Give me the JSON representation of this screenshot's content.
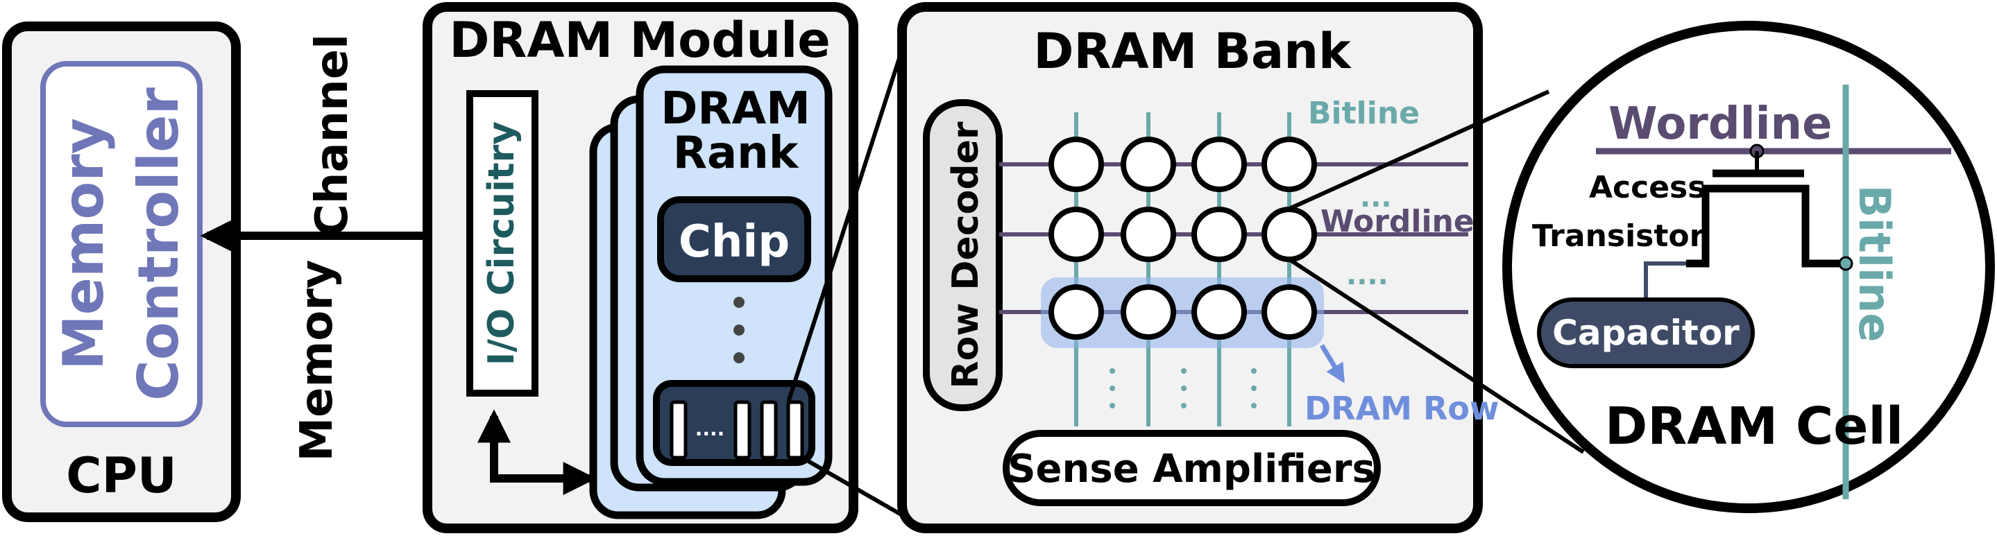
{
  "cpu": {
    "controller_line1": "Memory",
    "controller_line2": "Controller",
    "label": "CPU"
  },
  "channel": {
    "line1": "Memory",
    "line2": "Channel"
  },
  "module": {
    "title": "DRAM Module",
    "io_label": "I/O Circuitry"
  },
  "rank": {
    "line1": "DRAM",
    "line2": "Rank",
    "chip_label": "Chip",
    "chip_ellipsis": "...."
  },
  "bank": {
    "title": "DRAM Bank",
    "row_decoder": "Row Decoder",
    "bitline_label": "Bitline",
    "wordline_label": "Wordline",
    "row_label": "DRAM Row",
    "sense_amplifiers": "Sense Amplifiers",
    "h_ellipsis_top": "...",
    "h_ellipsis_mid": "...."
  },
  "cell": {
    "title": "DRAM Cell",
    "wordline": "Wordline",
    "bitline": "Bitline",
    "access_line1": "Access",
    "access_line2": "Transistor",
    "capacitor": "Capacitor"
  },
  "colors": {
    "frame": "#000000",
    "panel_fill": "#f2f2f2",
    "controller": "#6f77b8",
    "io_teal": "#1d5b5f",
    "rank_fill": "#cfe3fa",
    "chip_fill": "#2c3d58",
    "wordline": "#5a4c70",
    "bitline": "#6aa9a9",
    "row_highlight": "#8fb0ef",
    "row_label": "#6f8fdc",
    "capacitor_fill": "#3f4b66"
  }
}
